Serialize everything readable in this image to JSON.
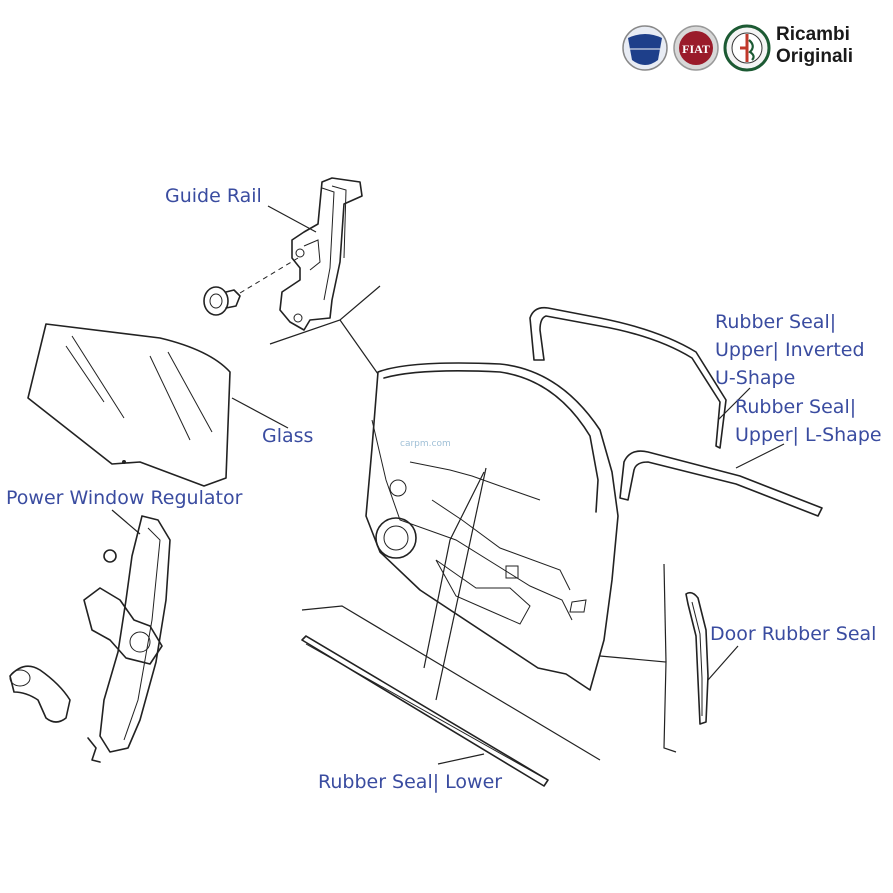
{
  "brand": {
    "logos": [
      "lancia-logo",
      "fiat-logo",
      "alfa-romeo-logo"
    ],
    "title_line1": "Ricambi",
    "title_line2": "Originali"
  },
  "labels": {
    "guide_rail": "Guide Rail",
    "glass": "Glass",
    "power_window_regulator": "Power Window Regulator",
    "rubber_seal_upper_inverted": [
      "Rubber Seal|",
      "Upper| Inverted",
      "U-Shape"
    ],
    "rubber_seal_upper_l": [
      "Rubber Seal|",
      "Upper| L-Shape"
    ],
    "door_rubber_seal": "Door Rubber Seal",
    "rubber_seal_lower": "Rubber Seal| Lower"
  },
  "watermark": "carpm.com",
  "colors": {
    "label": "#3a4ca0",
    "lancia": "#1e3f8a",
    "fiat": "#9a1b2a",
    "alfa": "#1c5a33"
  }
}
